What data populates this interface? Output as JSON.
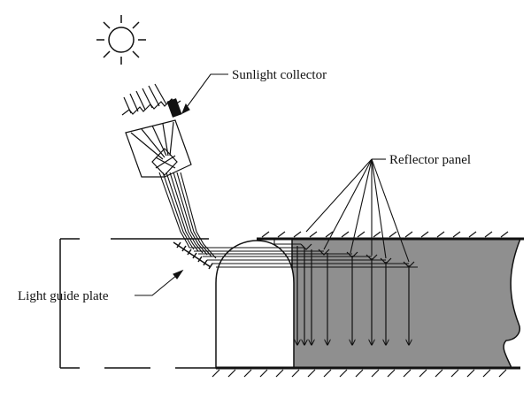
{
  "labels": {
    "collector": "Sunlight collector",
    "reflector": "Reflector panel",
    "guide": "Light guide plate"
  },
  "icons": {
    "sun": "sun-icon"
  },
  "colors": {
    "stroke": "#111111",
    "tunnel_fill": "#8f8f8f",
    "background": "#ffffff"
  }
}
